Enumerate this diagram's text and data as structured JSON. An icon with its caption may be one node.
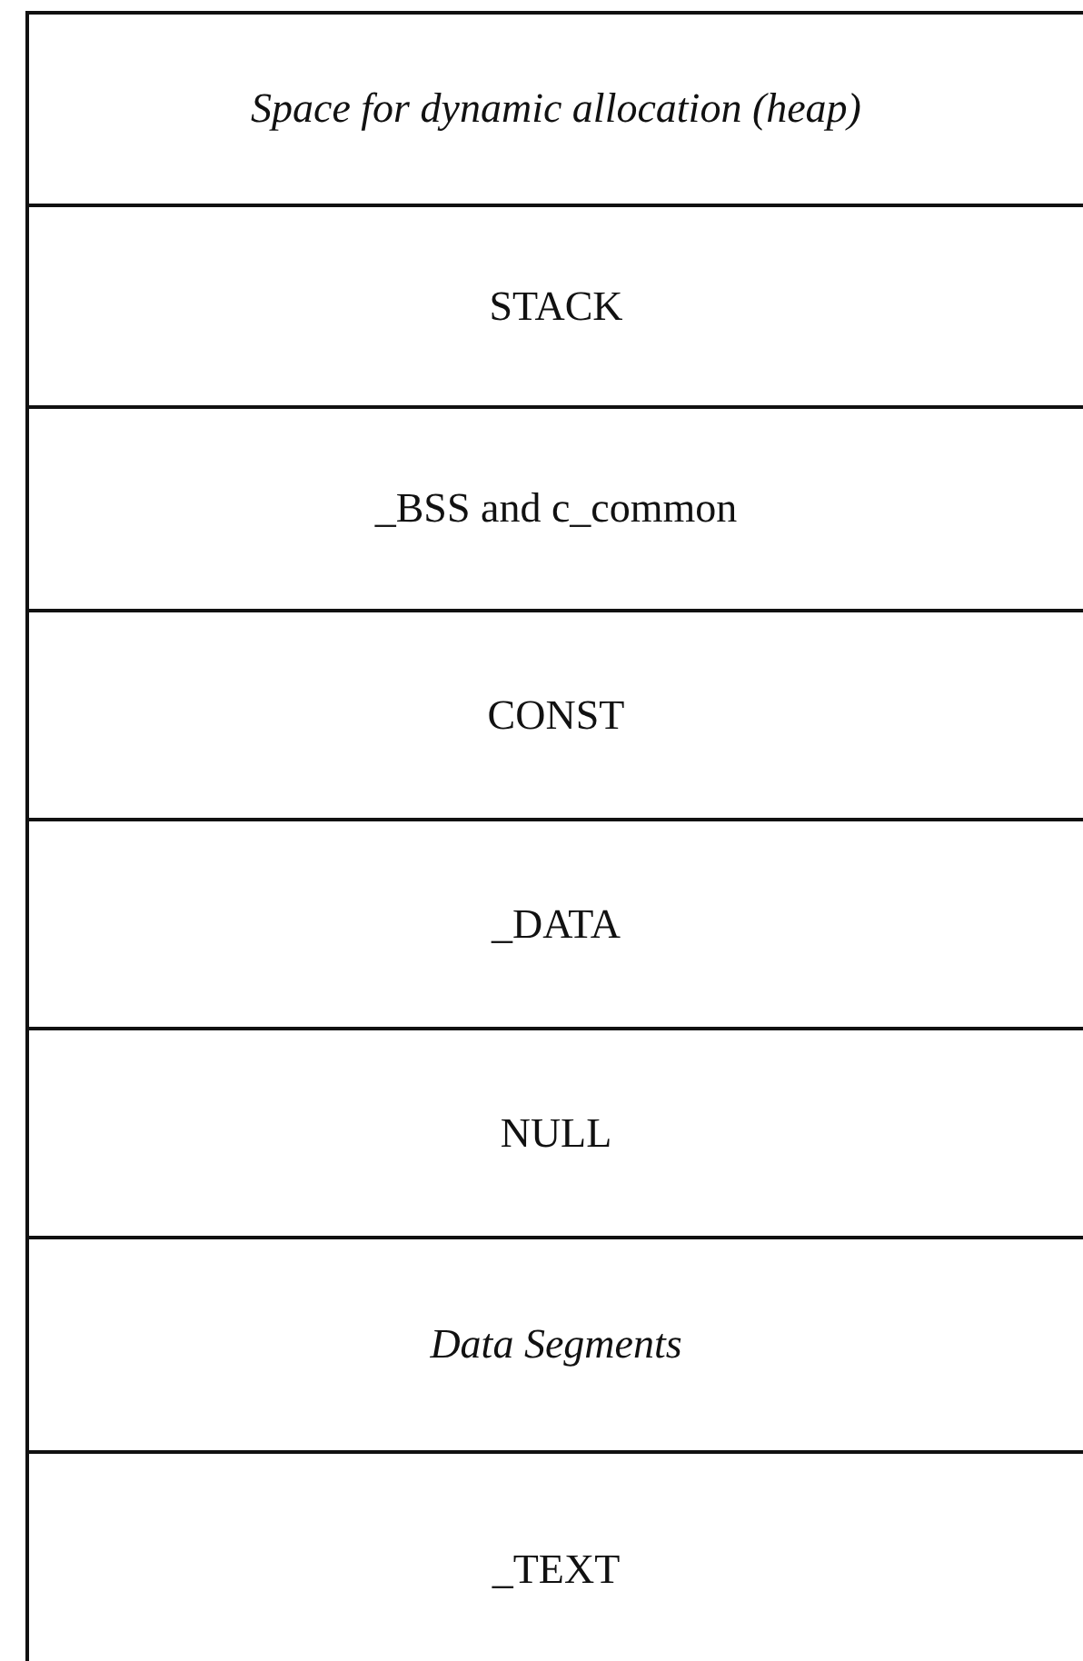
{
  "diagram": {
    "nodes": [
      {
        "text": [
          "Space for dynamic allocation (heap)"
        ]
      },
      {
        "text": [
          "STACK"
        ]
      },
      {
        "text": [
          "_BSS and c_common"
        ]
      },
      {
        "text": [
          "CONST"
        ]
      },
      {
        "text": [
          "_DATA"
        ]
      },
      {
        "text": [
          "NULL"
        ]
      },
      {
        "text": [
          "Data Segments"
        ]
      },
      {
        "text": [
          "_TEXT"
        ]
      }
    ]
  }
}
